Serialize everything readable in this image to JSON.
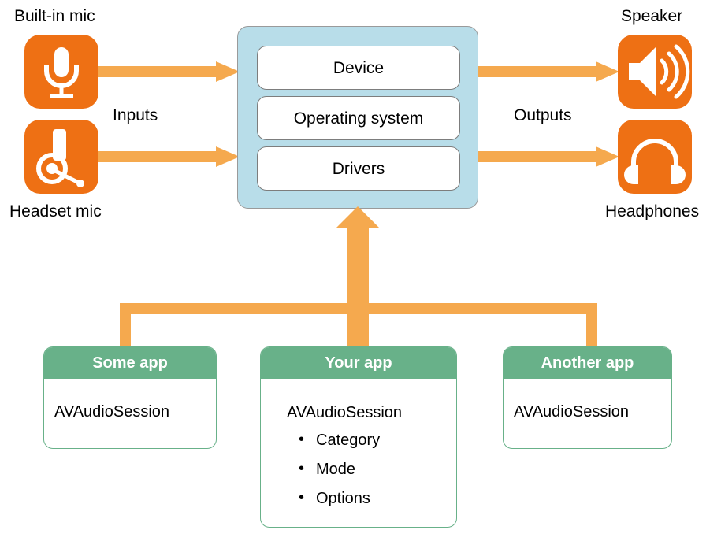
{
  "diagram": {
    "title": "iOS audio routing and AVAudioSession diagram",
    "colors": {
      "device_tile": "#EE7014",
      "arrow": "#F5A94E",
      "os_box_fill": "#B8DDE9",
      "os_box_border": "#9A9A9A",
      "app_header": "#68B189",
      "app_border": "#68B189",
      "text": "#000000",
      "background": "#FFFFFF"
    }
  },
  "inputs": {
    "flow_label": "Inputs",
    "devices": [
      {
        "label": "Built-in mic",
        "icon": "microphone-icon"
      },
      {
        "label": "Headset mic",
        "icon": "headset-mic-icon"
      }
    ]
  },
  "outputs": {
    "flow_label": "Outputs",
    "devices": [
      {
        "label": "Speaker",
        "icon": "speaker-icon"
      },
      {
        "label": "Headphones",
        "icon": "headphones-icon"
      }
    ]
  },
  "os_stack": {
    "rows": [
      {
        "label": "Device"
      },
      {
        "label": "Operating system"
      },
      {
        "label": "Drivers"
      }
    ]
  },
  "apps": [
    {
      "title": "Some app",
      "session": "AVAudioSession",
      "properties": []
    },
    {
      "title": "Your app",
      "session": "AVAudioSession",
      "properties": [
        "Category",
        "Mode",
        "Options"
      ]
    },
    {
      "title": "Another app",
      "session": "AVAudioSession",
      "properties": []
    }
  ]
}
